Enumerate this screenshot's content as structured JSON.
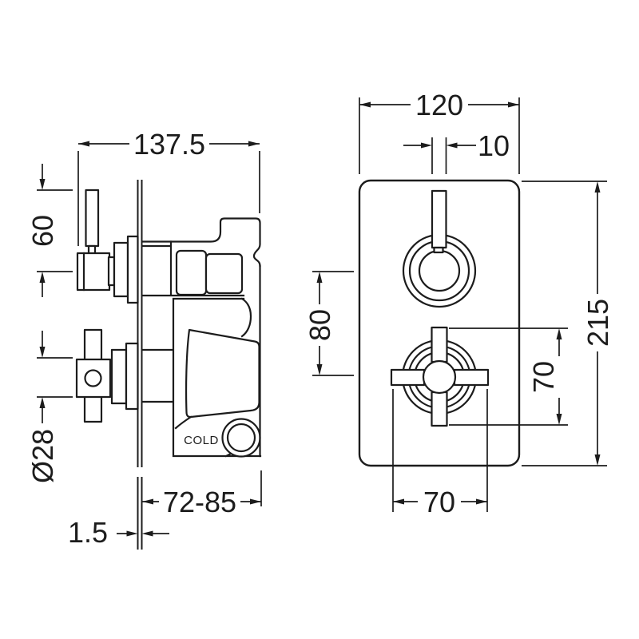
{
  "drawing": {
    "kind": "technical dimension drawing",
    "subject": "twin thermostatic concealed shower valve",
    "colors": {
      "line": "#1c1c1c",
      "background": "#ffffff"
    }
  },
  "side_view": {
    "cold_label": "COLD",
    "dimensions": {
      "overall_depth": "137.5",
      "lever_length": "60",
      "handle_diameter": "Ø28",
      "installation_depth": "72-85",
      "plate_thickness": "1.5"
    }
  },
  "front_view": {
    "dimensions": {
      "plate_width": "120",
      "lever_width": "10",
      "handle_centres": "80",
      "handle_span_vertical": "70",
      "plate_height": "215",
      "handle_span_horizontal": "70"
    }
  }
}
